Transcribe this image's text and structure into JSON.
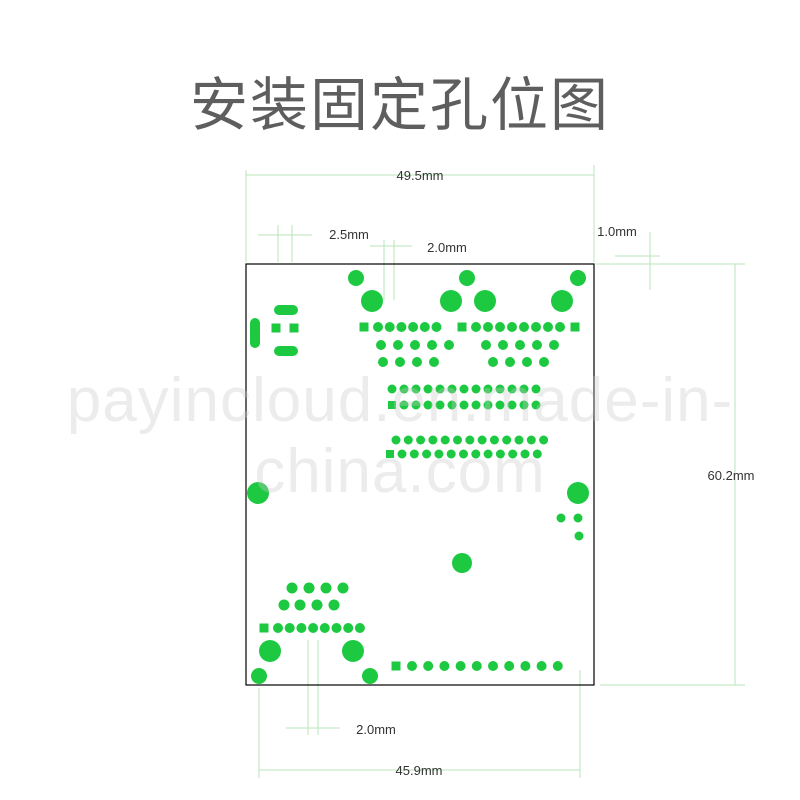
{
  "title": "安装固定孔位图",
  "watermark": "payincloud.en.made-in-china.com",
  "colors": {
    "pad": "#1dc941",
    "dim_line": "#b9e6b9",
    "board_outline": "#000000",
    "title": "#5e5e5e"
  },
  "dimensions": {
    "board_width": "49.5mm",
    "hole_spacing_top": "2.5mm",
    "pin_pitch_top": "2.0mm",
    "edge_offset": "1.0mm",
    "board_height": "60.2mm",
    "pin_pitch_bottom": "2.0mm",
    "mount_span": "45.9mm"
  }
}
